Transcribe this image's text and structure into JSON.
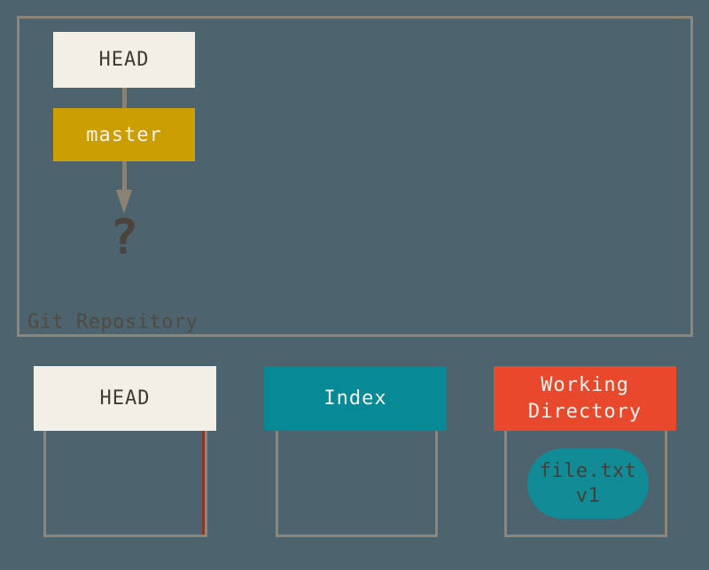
{
  "repository": {
    "label": "Git Repository",
    "head_label": "HEAD",
    "branch_label": "master",
    "pointer_label": "?"
  },
  "columns": [
    {
      "id": "head",
      "label": "HEAD",
      "items": []
    },
    {
      "id": "index",
      "label": "Index",
      "items": []
    },
    {
      "id": "working-directory",
      "label": "Working Directory",
      "items": [
        {
          "name": "file.txt",
          "version": "v1"
        }
      ]
    }
  ],
  "colors": {
    "background": "#4d646e",
    "outline_tan": "#8d8577",
    "cream_box": "#f2efe7",
    "gold_box": "#cb9e03",
    "teal_box": "#078a96",
    "red_box": "#e8492c",
    "capsule_teal": "#118b96",
    "accent_red_line": "#8c342a",
    "dark_text": "#403b35",
    "light_text": "#f4f2ec",
    "arrow_gray": "#8a8275"
  }
}
